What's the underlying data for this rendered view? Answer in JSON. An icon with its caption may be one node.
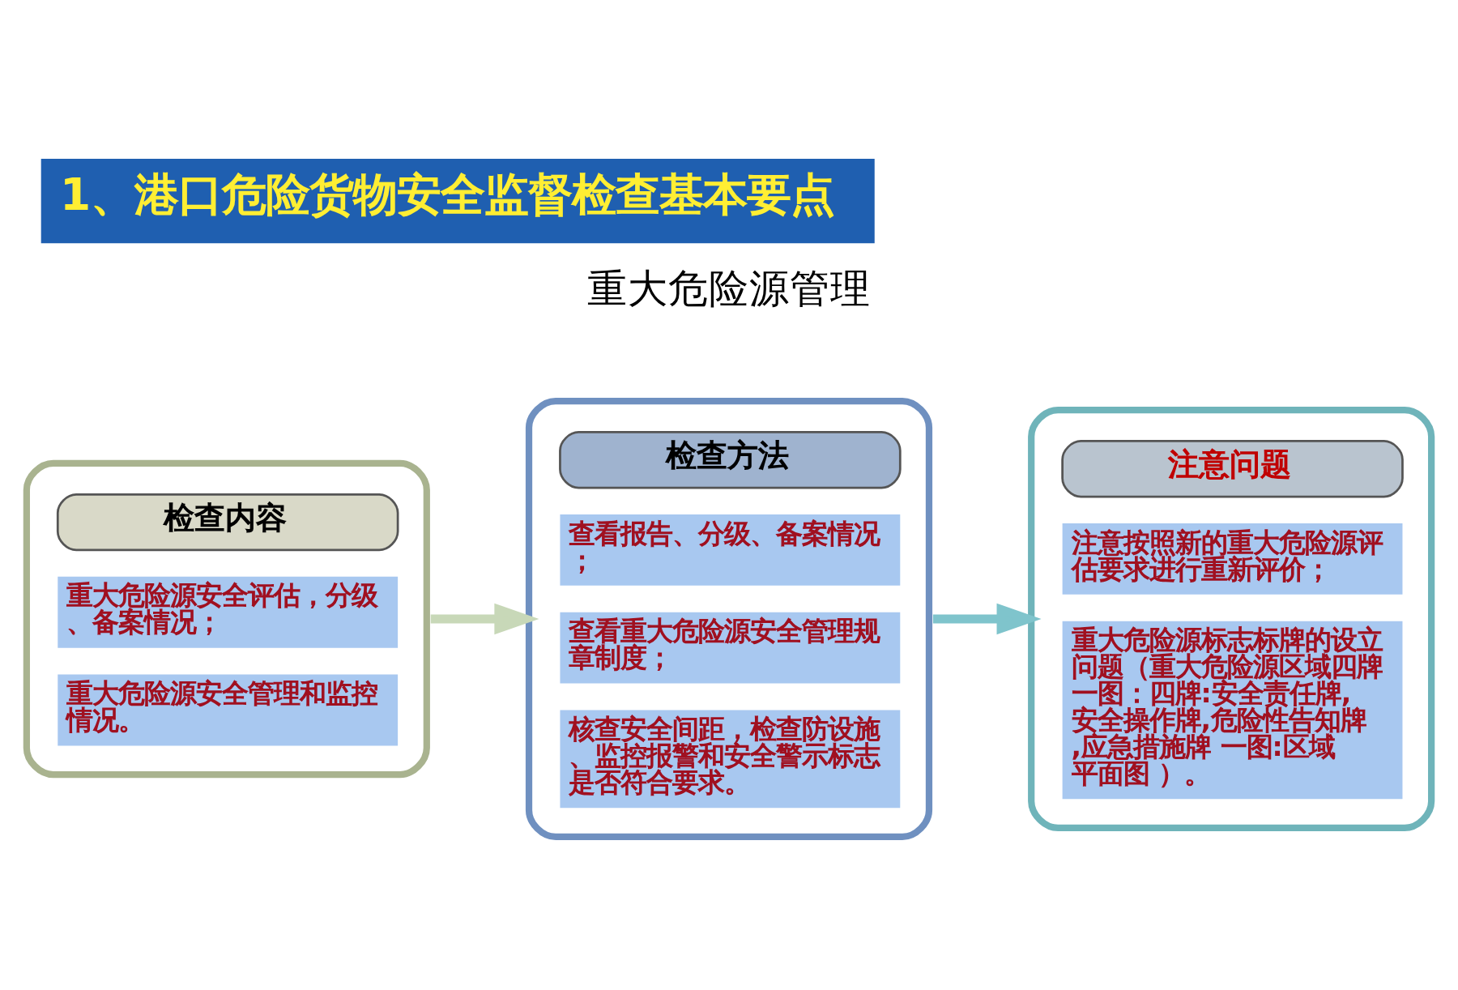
{
  "diagram": {
    "title": "1、港口危险货物安全监督检查基本要点",
    "nodes": [
      {
        "text": [
          "检查内容",
          "重大危险源安全评估，分级、备案情况；",
          "重大危险源安全管理和监控情况。"
        ]
      },
      {
        "text": [
          "检查方法",
          "查看报告、分级、备案情况；",
          "查看重大危险源安全管理规章制度；",
          "核查安全间距，检查防设施、监控报警和安全警示标志是否符合要求。"
        ]
      },
      {
        "text": [
          "注意问题",
          "注意按照新的重大危险源评估要求进行重新评价；",
          "重大危险源标志标牌的设立问题（重大危险源区域四牌一图：四牌:安全责任牌,安全操作牌,危险性告知牌,应急措施牌 一图:区域平面图 ）。"
        ]
      }
    ],
    "edges": [
      {
        "from": 0,
        "to": 1,
        "arrow": "to"
      },
      {
        "from": 1,
        "to": 2,
        "arrow": "to"
      }
    ],
    "labels": [
      "重大危险源管理"
    ]
  }
}
